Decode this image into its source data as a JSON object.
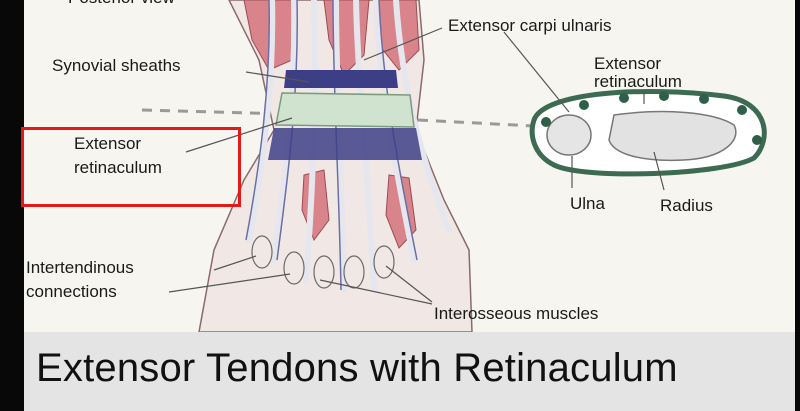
{
  "diagram": {
    "top_label_cropped": "Posterior view",
    "labels": {
      "extensor_carpi_ulnaris": "Extensor carpi ulnaris",
      "synovial_sheaths": "Synovial sheaths",
      "extensor_retinaculum_right_1": "Extensor",
      "extensor_retinaculum_right_2": "retinaculum",
      "extensor_retinaculum_left_1": "Extensor",
      "extensor_retinaculum_left_2": "retinaculum",
      "ulna": "Ulna",
      "radius": "Radius",
      "intertendinous_1": "Intertendinous",
      "intertendinous_2": "connections",
      "interosseous": "Interosseous muscles"
    },
    "caption": "Extensor Tendons with Retinaculum"
  },
  "colors": {
    "highlight": "#e41a1a",
    "retinaculum": "#cfe3cf",
    "tendon": "#3d3f86",
    "muscle": "#d9848b",
    "sheath_ring": "#3c6b52"
  }
}
